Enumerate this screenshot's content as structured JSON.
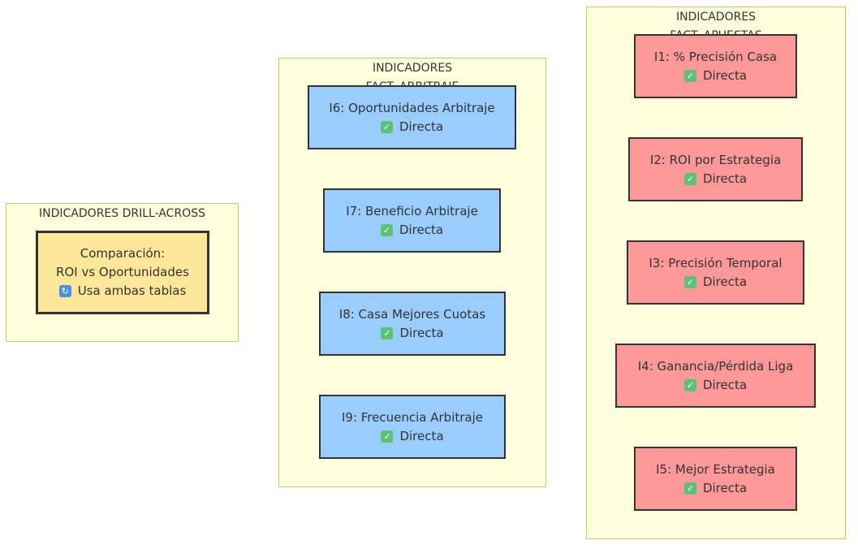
{
  "clusters": {
    "drill": {
      "title": "INDICADORES DRILL-ACROSS",
      "node": {
        "line1": "Comparación:",
        "line2": "ROI vs Oportunidades",
        "tag": "Usa ambas tablas",
        "icon": "sync-icon"
      }
    },
    "arbitraje": {
      "title": "INDICADORES\nFACT_ARBITRAJE",
      "nodes": [
        {
          "label": "I6: Oportunidades Arbitraje",
          "tag": "Directa",
          "icon": "check-icon"
        },
        {
          "label": "I7: Beneficio Arbitraje",
          "tag": "Directa",
          "icon": "check-icon"
        },
        {
          "label": "I8: Casa Mejores Cuotas",
          "tag": "Directa",
          "icon": "check-icon"
        },
        {
          "label": "I9: Frecuencia Arbitraje",
          "tag": "Directa",
          "icon": "check-icon"
        }
      ]
    },
    "apuestas": {
      "title": "INDICADORES\nFACT_APUESTAS",
      "nodes": [
        {
          "label": "I1: % Precisión Casa",
          "tag": "Directa",
          "icon": "check-icon"
        },
        {
          "label": "I2: ROI por Estrategia",
          "tag": "Directa",
          "icon": "check-icon"
        },
        {
          "label": "I3: Precisión Temporal",
          "tag": "Directa",
          "icon": "check-icon"
        },
        {
          "label": "I4: Ganancia/Pérdida Liga",
          "tag": "Directa",
          "icon": "check-icon"
        },
        {
          "label": "I5: Mejor Estrategia",
          "tag": "Directa",
          "icon": "check-icon"
        }
      ]
    }
  },
  "colors": {
    "cluster_fill": "#ffffde",
    "cluster_border": "#c9c96a",
    "arbitraje_node": "#99ccff",
    "apuestas_node": "#ff9999",
    "drill_node": "#ffe799"
  }
}
